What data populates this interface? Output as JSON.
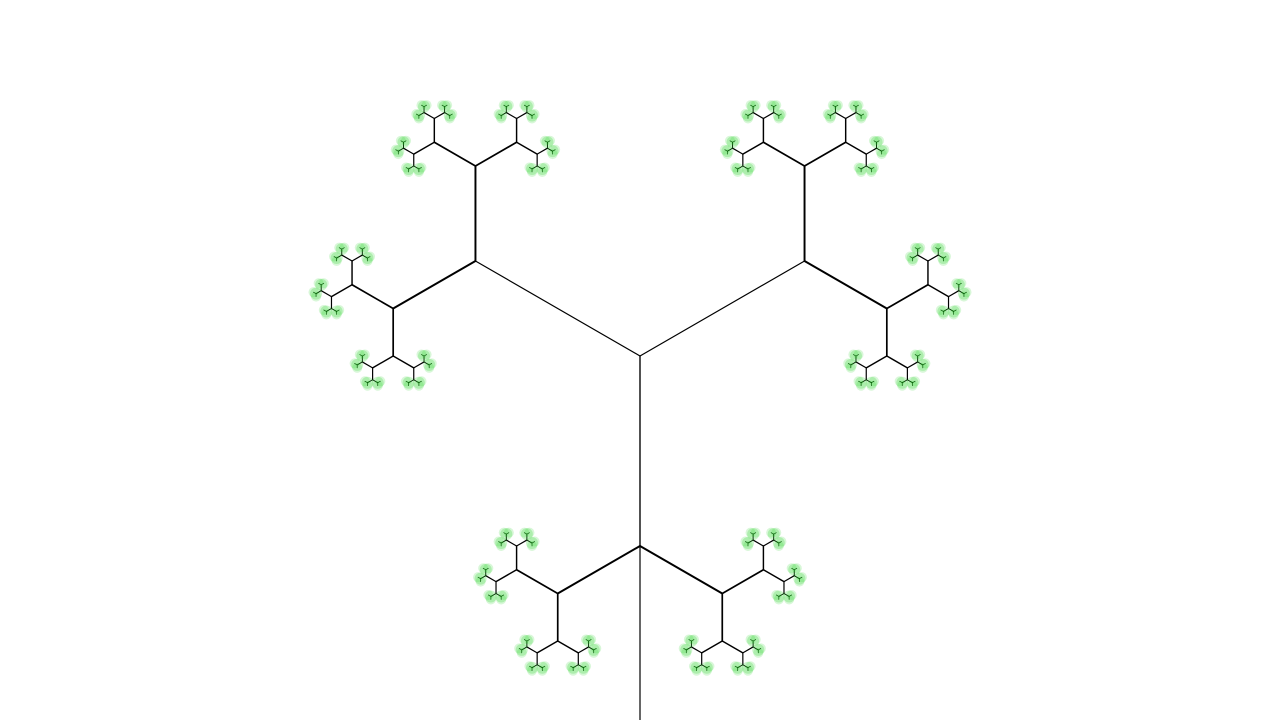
{
  "scene": {
    "background_color": "#ffffff",
    "branch_color": "#000000",
    "leaf_color": "#19d219",
    "recursion_depth": 7,
    "branch_angle_deg": 120,
    "length_ratio": 0.5
  }
}
